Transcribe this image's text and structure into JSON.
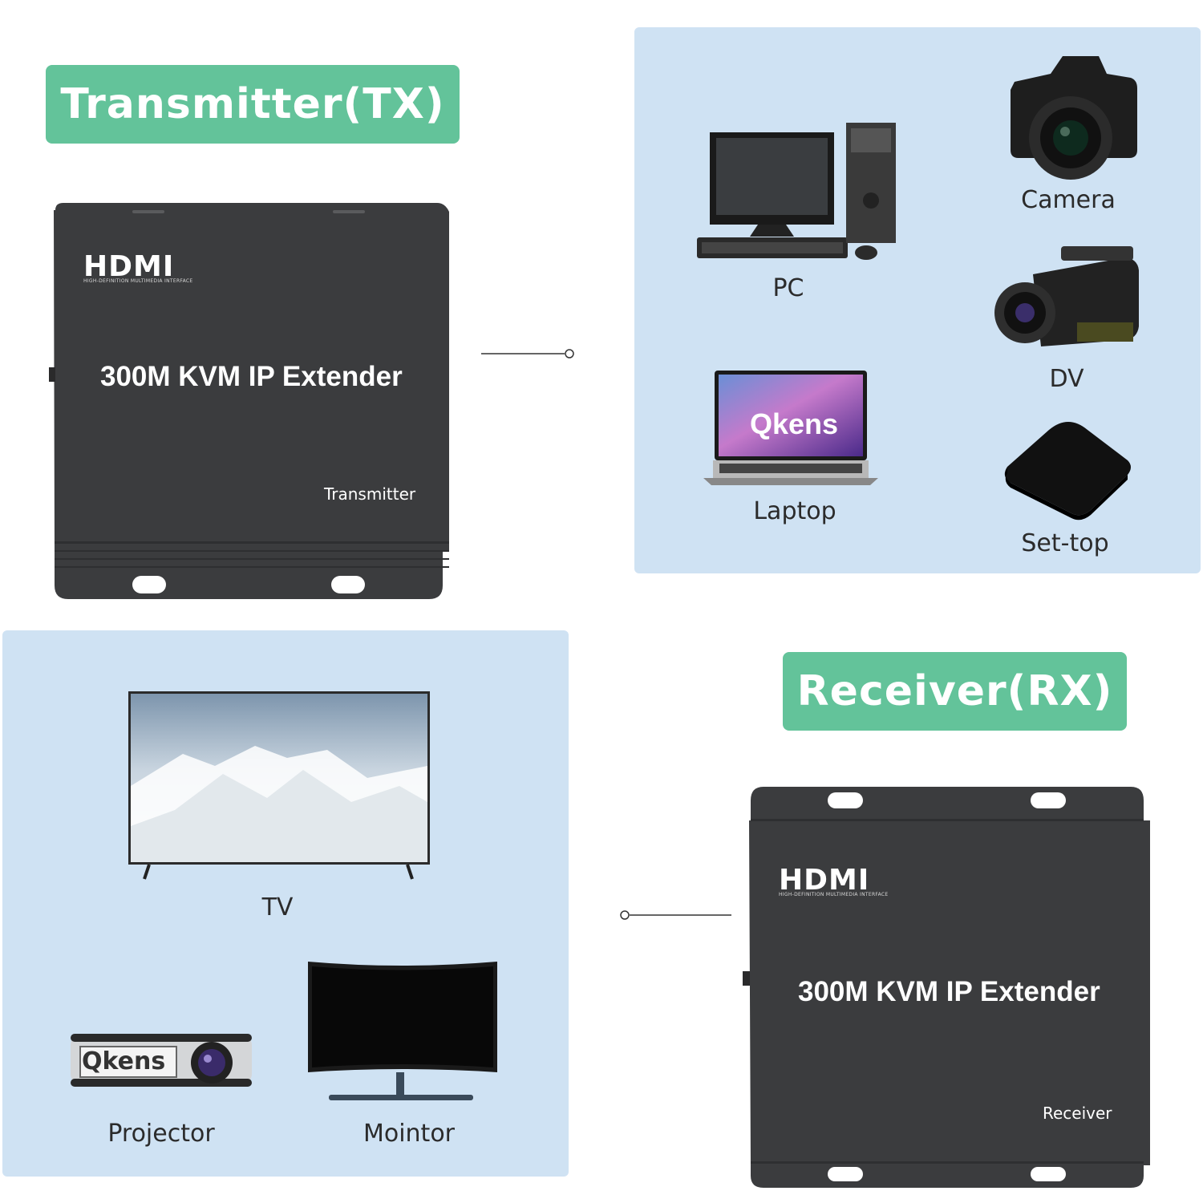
{
  "transmitter": {
    "badge_label": "Transmitter(TX)",
    "hdmi_logo": "HDMI",
    "hdmi_tagline": "HIGH-DEFINITION MULTIMEDIA INTERFACE",
    "product_title": "300M KVM IP Extender",
    "unit_label": "Transmitter"
  },
  "receiver": {
    "badge_label": "Receiver(RX)",
    "hdmi_logo": "HDMI",
    "hdmi_tagline": "HIGH-DEFINITION MULTIMEDIA INTERFACE",
    "product_title": "300M KVM IP Extender",
    "unit_label": "Receiver"
  },
  "source_devices": {
    "pc": "PC",
    "camera": "Camera",
    "dv": "DV",
    "laptop": "Laptop",
    "laptop_screen_brand": "Qkens",
    "settop": "Set-top"
  },
  "display_devices": {
    "tv": "TV",
    "projector": "Projector",
    "projector_brand": "Qkens",
    "monitor": "Mointor"
  },
  "colors": {
    "badge": "#63c39a",
    "panel": "#cfe2f3",
    "device_body": "#3b3c3e"
  }
}
